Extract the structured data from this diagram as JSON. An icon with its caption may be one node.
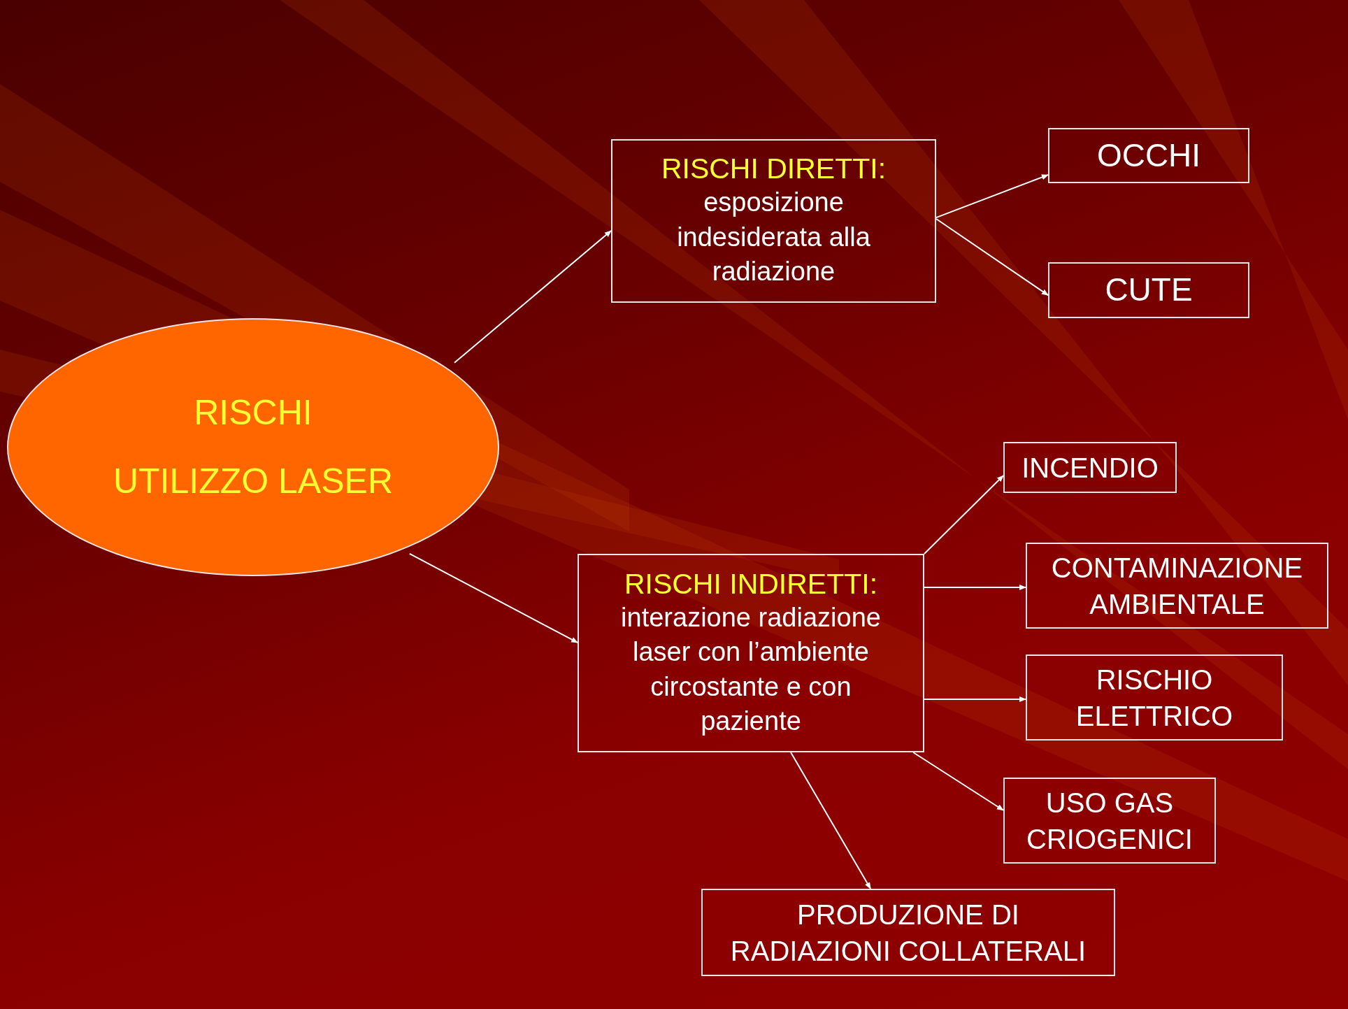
{
  "diagram": {
    "nodes": [
      {
        "text": [
          "RISCHI",
          "UTILIZZO LASER"
        ]
      },
      {
        "text": [
          "RISCHI DIRETTI:",
          "esposizione indesiderata alla radiazione"
        ]
      },
      {
        "text": [
          "OCCHI"
        ]
      },
      {
        "text": [
          "CUTE"
        ]
      },
      {
        "text": [
          "INCENDIO"
        ]
      },
      {
        "text": [
          "RISCHI INDIRETTI:",
          "interazione radiazione laser con l’ambiente circostante e con paziente"
        ]
      },
      {
        "text": [
          "CONTAMINAZIONE AMBIENTALE"
        ]
      },
      {
        "text": [
          "RISCHIO ELETTRICO"
        ]
      },
      {
        "text": [
          "USO GAS CRIOGENICI"
        ]
      },
      {
        "text": [
          "PRODUZIONE DI RADIAZIONI COLLATERALI"
        ]
      }
    ],
    "edges": [
      {
        "from": 0,
        "to": 1,
        "arrow": "to"
      },
      {
        "from": 0,
        "to": 5,
        "arrow": "to"
      },
      {
        "from": 1,
        "to": 2,
        "arrow": "to"
      },
      {
        "from": 1,
        "to": 3,
        "arrow": "to"
      },
      {
        "from": 5,
        "to": 4,
        "arrow": "to"
      },
      {
        "from": 5,
        "to": 6,
        "arrow": "to"
      },
      {
        "from": 5,
        "to": 7,
        "arrow": "to"
      },
      {
        "from": 5,
        "to": 8,
        "arrow": "to"
      },
      {
        "from": 5,
        "to": 9,
        "arrow": "to"
      }
    ]
  }
}
